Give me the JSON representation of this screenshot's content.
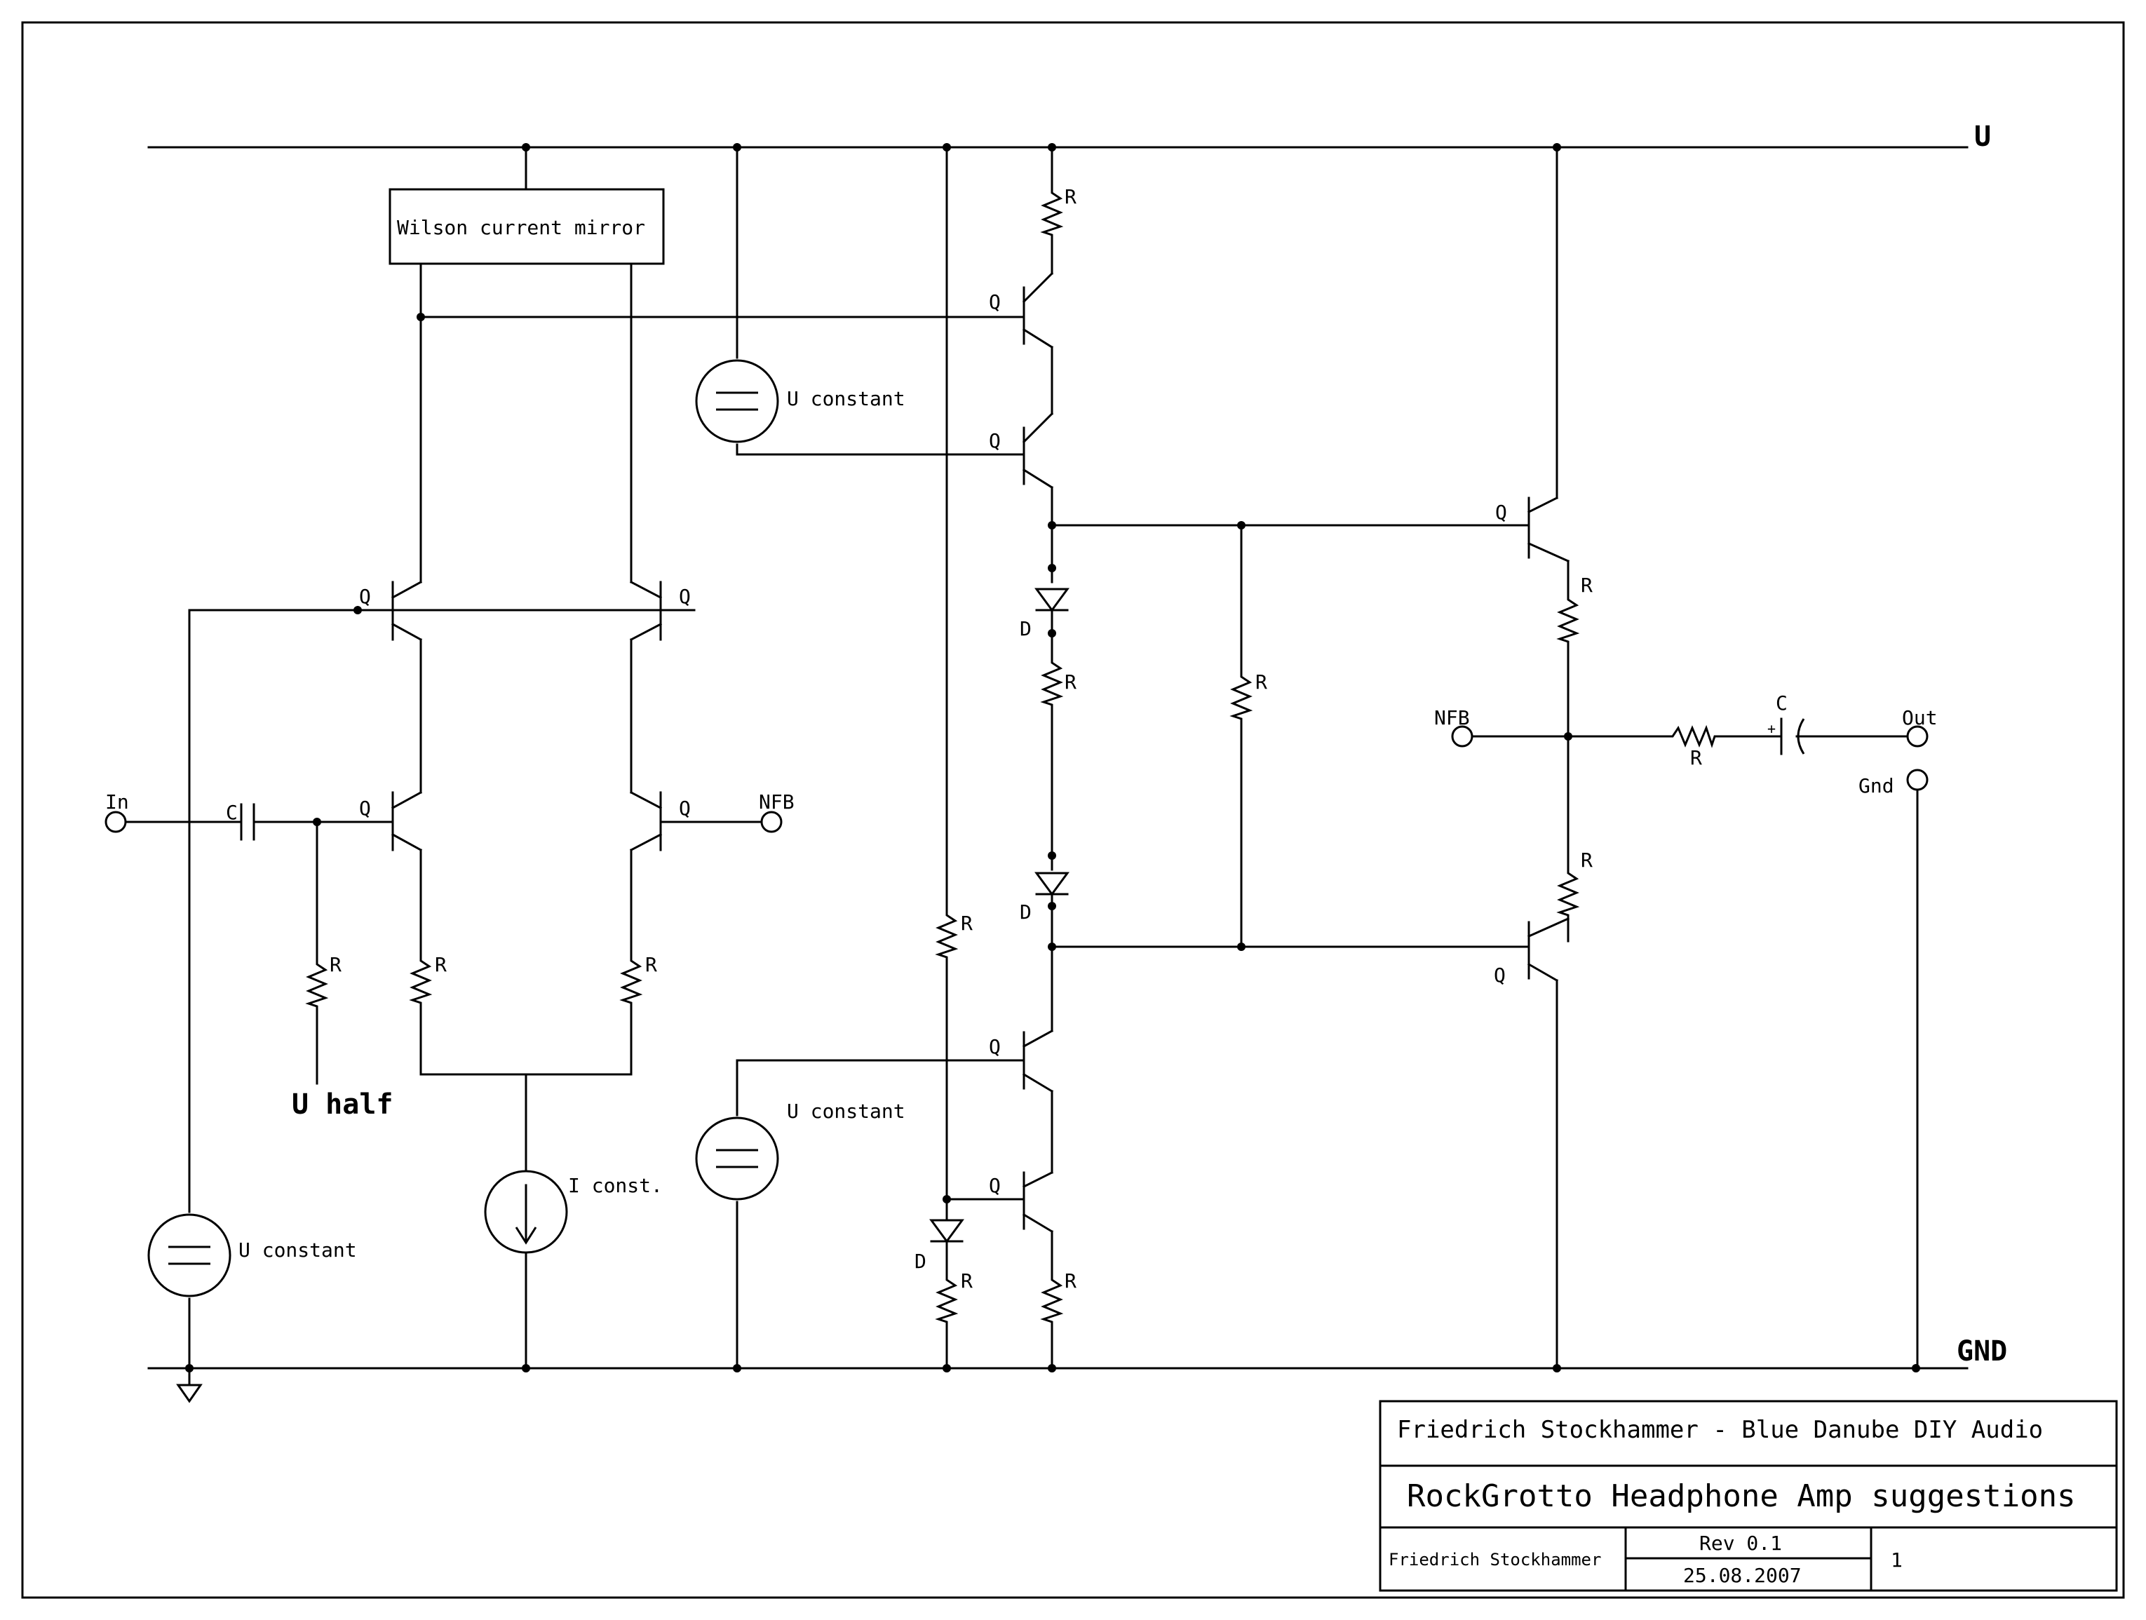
{
  "rails": {
    "supply_label": "U",
    "ground_label": "GND"
  },
  "blocks": {
    "mirror_label": "Wilson current mirror",
    "current_source_label": "I const.",
    "voltage_source_label": "U constant"
  },
  "components": {
    "transistor": "Q",
    "resistor": "R",
    "capacitor": "C",
    "diode": "D"
  },
  "nets": {
    "input": "In",
    "feedback": "NFB",
    "output": "Out",
    "ground": "Gnd",
    "half_supply": "U half"
  },
  "title_block": {
    "author_line": "Friedrich Stockhammer - Blue Danube DIY Audio",
    "title": "RockGrotto Headphone Amp suggestions",
    "drawn_by": "Friedrich Stockhammer",
    "revision": "Rev 0.1",
    "date": "25.08.2007",
    "sheet": "1"
  }
}
